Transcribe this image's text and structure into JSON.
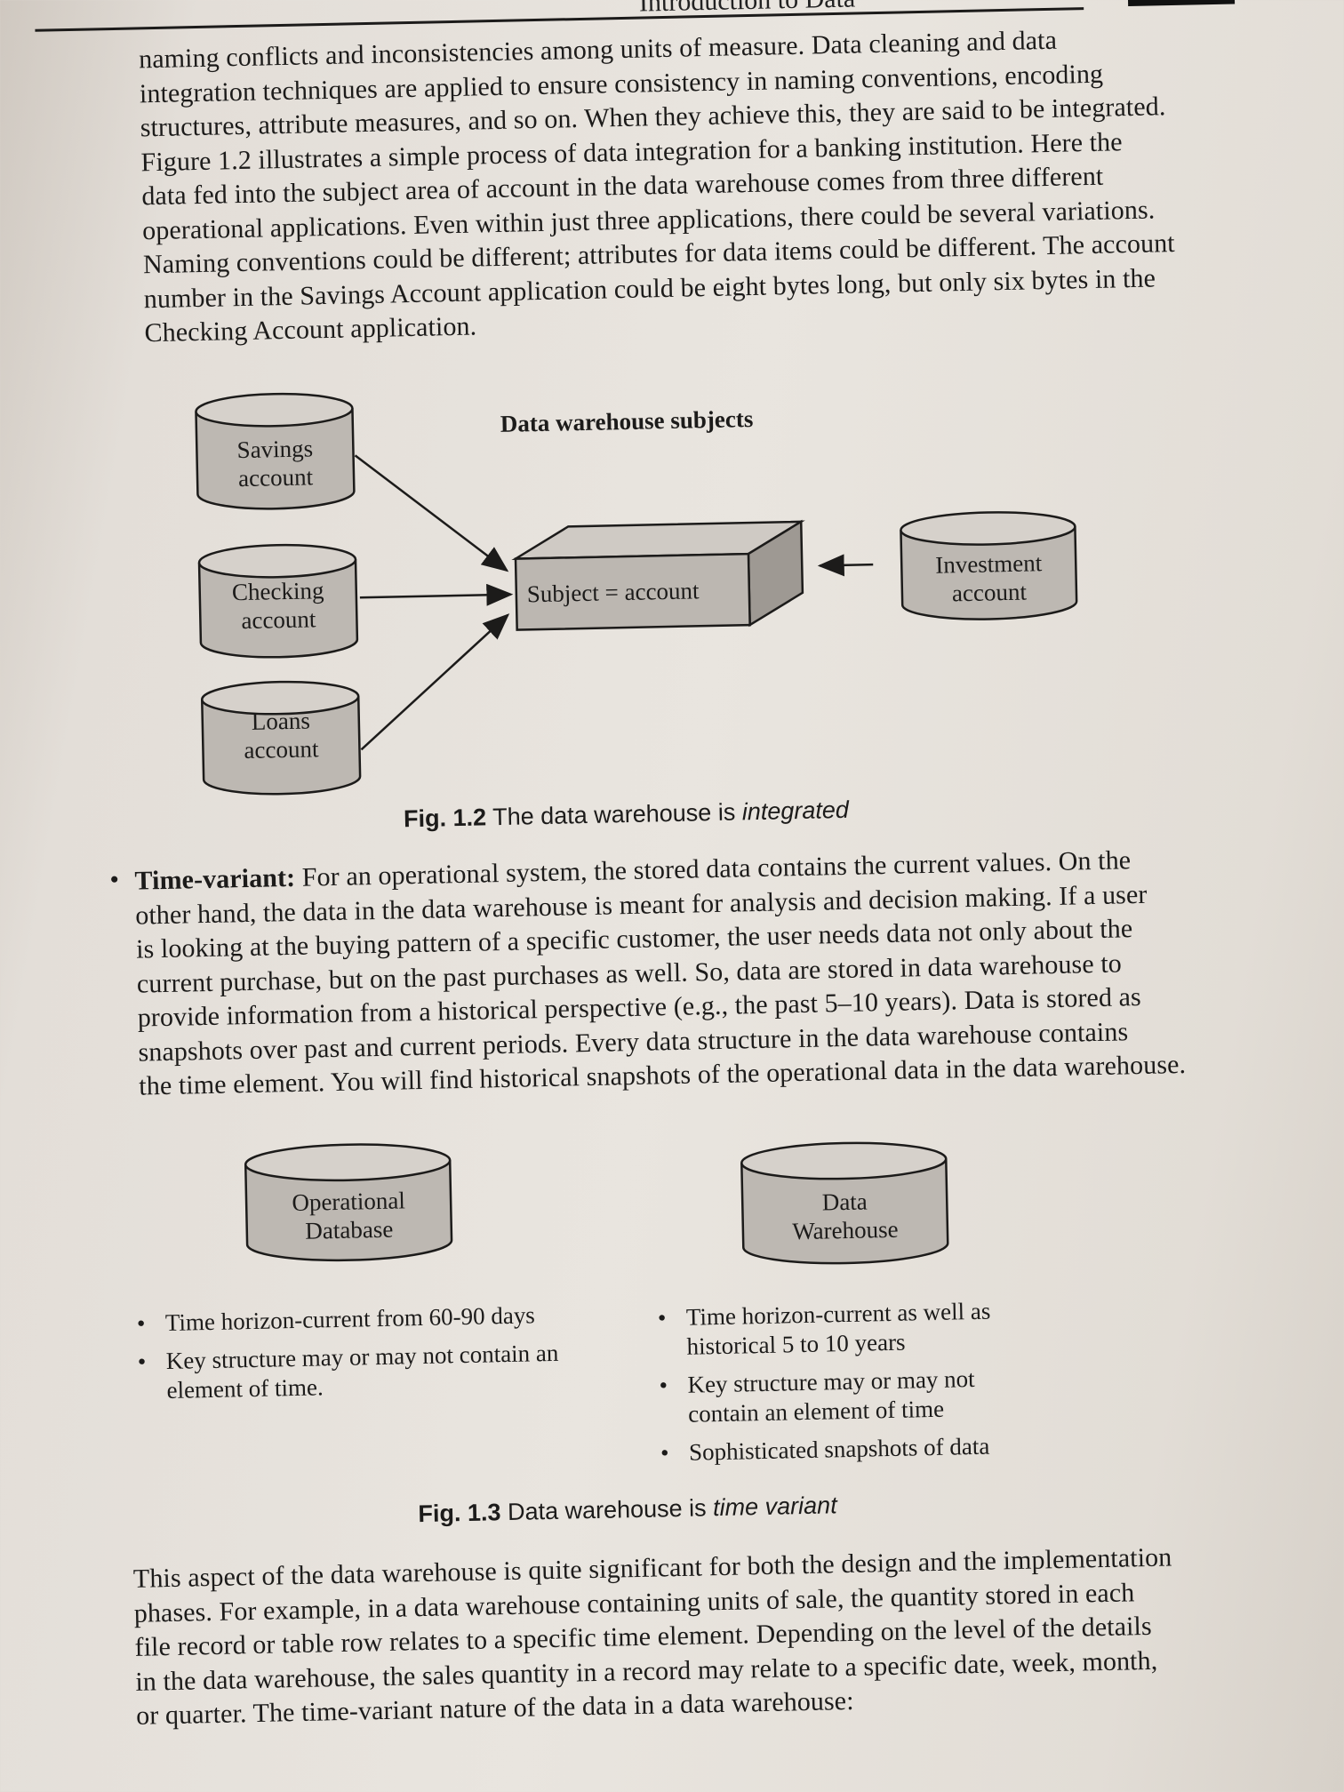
{
  "header": {
    "title": "Introduction to Data"
  },
  "intro_paragraph": {
    "lines": [
      "naming conflicts and inconsistencies among units of measure. Data cleaning and data",
      "integration techniques are applied to ensure consistency in naming conventions, encoding",
      "structures, attribute measures, and so on. When they achieve this, they are said to be integrated.",
      "Figure 1.2 illustrates a simple process of data integration for a banking institution. Here the",
      "data fed into the subject area of account in the data warehouse comes from three different",
      "operational applications. Even within just three applications, there could be several variations.",
      "Naming conventions could be different; attributes for data items could be different. The account",
      "number in the Savings Account application could be eight bytes long, but only six bytes in the",
      "Checking Account application."
    ]
  },
  "figure_1_2": {
    "title": "Data warehouse subjects",
    "sources": [
      {
        "line1": "Savings",
        "line2": "account"
      },
      {
        "line1": "Checking",
        "line2": "account"
      },
      {
        "line1": "Loans",
        "line2": "account"
      }
    ],
    "investment": {
      "line1": "Investment",
      "line2": "account"
    },
    "subject_box": "Subject = account",
    "caption_num": "Fig. 1.2",
    "caption_text": "The data warehouse is",
    "caption_emph": "integrated"
  },
  "time_variant": {
    "term": "Time-variant:",
    "lines": [
      "For an operational system, the stored data contains the current values. On the",
      "other hand, the data in the data warehouse is meant for analysis and decision making. If a user",
      "is looking at the buying pattern of a specific customer, the user needs data not only about the",
      "current purchase, but on the past purchases as well. So, data are stored in data warehouse to",
      "provide information from a historical perspective (e.g., the past 5–10 years). Data is stored as",
      "snapshots over past and current periods. Every data structure in the data warehouse contains",
      "the time element. You will find historical snapshots of the operational data in the data warehouse."
    ]
  },
  "figure_1_3": {
    "left_db": {
      "line1": "Operational",
      "line2": "Database"
    },
    "right_db": {
      "line1": "Data",
      "line2": "Warehouse"
    },
    "left_bullets": [
      "Time horizon-current from 60-90 days",
      "Key structure may or may not contain an element of time."
    ],
    "right_bullets": [
      "Time horizon-current as well as historical 5 to 10 years",
      "Key structure may or may not contain an element of time",
      "Sophisticated snapshots of data"
    ],
    "caption_num": "Fig. 1.3",
    "caption_text": "Data warehouse is",
    "caption_emph": "time variant"
  },
  "final_paragraph": {
    "lines": [
      "This aspect of the data warehouse is quite significant for both the design and the implementation",
      "phases. For example, in a data warehouse containing units of sale, the quantity stored in each",
      "file record or table row relates to a specific time element. Depending on the level of the details",
      "in the data warehouse, the sales quantity in a record may relate to a specific date, week, month,",
      "or quarter. The time-variant nature of the data in a data warehouse:"
    ]
  }
}
